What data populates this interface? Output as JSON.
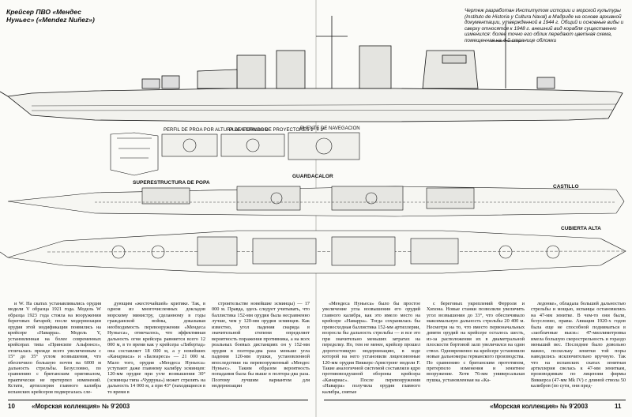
{
  "caption_left": "Крейсер ПВО «Мендес Нуньес» («Mendez Nuñez»)",
  "caption_right": "Чертеж разработан Институтом истории и морской культуры (Instituto de Historia y Cultura Naval) в Мадриде на основе архивной документации, утвержденной в 1944 г. Общий и основные виды и сверху относятся к 1948 г. внешний вид корабля существенно изменился: более точно его облик передают цветная схема, помещенная на 4-й странице обложки",
  "plan_labels": {
    "top1": "PERFIL DE PROA POR ALTURA DE ESPALDON",
    "top2": "PLATAFORMAS DE PROYECTORES 1º Y 2º",
    "top3": "PUENTE DE NAVEGACION",
    "superestructura": "SUPERESTRUCTURA DE POPA",
    "guardacalor": "GUARDACALOR",
    "castillo": "CASTILLO",
    "cubierta": "CUBIERTA ALTA"
  },
  "columns": [
    "и W. На скатах устанавливались орудия модели V образца 1921 года. Модель W образца 1923 года стояла на вооружении береговых батарей; после модернизации орудия этой модификации появились на крейсере «Наварра». Модель Y, установленная на более современных крейсерах типа «Принсипе Альфонсо», отличалась прежде всего увеличенным с 15° до 35° углом возвышения, что обеспечило большую почти на 6000 м дальность стрельбы. Безусловно, по сравнению с британским оригиналом, практически не претерпел изменений. Кстати, артиллерия главного калибра испанских крейсеров подвергалась сле-",
    "дующим «жесточайшей» критике. Так, в одном из многочисленных докладов морскому министру, сделанному в годы гражданской войны, доказывая необходимость перевооружения «Мендеса Нуньеса», отмечалось, что эффективная дальность огня крейсера равняется всего 12 000 м, в то время как у крейсера «Либертад» она составляет 18 000 м, а у новейших «Канариаса» и «Балеареса» — 21 000 м. Мало того, орудия «Мендеса Нуньеса» уступают даже главному калибру эсминцев: 120-мм орудие при угле возвышения 30° (эсминцы типа «Чуррука») может стрелять на дальность 14 000 м, а при 43° (находящиеся в то время в",
    "строительстве новейшие эсминцы) — 17 000 м. Правда, здесь следует учитывать, что баллистика 152-мм орудия была несравненно лучше, чем у 120-мм орудия эсминцев. Как известно, угол падения снаряда в значительной степени определяет вероятность поражения противника, а на всех реальных боевых дистанциях он у 152-мм орудия в полтора-два раза меньше угла падения 120-мм пушки, установленной впоследствии на перевооруженный «Мендес Нуньес». Таким образом вероятность попадания была бы выше в полтора-два раза. Поэтому лучшим вариантом для модернизации",
    "«Мендеса Нуньеса» было бы простое увеличение угла возвышения его орудий главного калибра, как это имело место на крейсере «Наварра». Тогда сохранилась бы превосходная баллистика 152-мм артиллерии, возросла бы дальность стрельбы — и все это при значительно меньших затратах на переделку. Но, тем не менее, крейсер прошел дорогостоящую модернизацию, в ходе которой на него установили лицензионные 120-мм орудия Виккерс-Армстронг модели F. Такие аналогичной системой составляли ядро противовоздушной обороны крейсера «Канариас». После перевооружения «Наварра» получила орудия главного калибра, снятые",
    "с береговых укреплений Ферроля и Хихона. Новые станки позволили увеличить угол возвышения до 33°, что обеспечивало максимальную дальность стрельбы 20 400 м. Несмотря на то, что вместо первоначальных девяти орудий на крейсере осталось шесть, из-за расположения их в диаметральной плоскости бортовой залп увеличился на один ствол. Одновременно на крейсере установили новые дальномеры германского производства. По сравнению с британским прототипом, претерпело изменения и зенитное вооружение. Хотя 76-мм универсальная пушка, установленная на «Ка-",
    "ледонке», обладала большей дальностью стрельбы и мощью, испанцы остановились на 47-мм зенитке. В чем-то они были, безусловно, правы. Авиация 1920-х годов была еще не способной подниматься в «заоблачные выси»: 47-миллиметровка имела большую скорострельность и гораздо меньший вес. Последнее было довольно важно, поскольку зенитки той поры наводились исключительно вручную. Так что на испанских скатах зенитная артиллерия свелась к 47-мм зениткам, производимым по лицензии фирмы Виккерса (47-мм Mk IV) с длиной ствола 50 калибров (по сути, они пред-"
  ],
  "footer": {
    "left_page": "10",
    "left_title": "«Морская коллекция» № 9'2003",
    "right_title": "«Морская коллекция» № 9'2003",
    "right_page": "11"
  }
}
